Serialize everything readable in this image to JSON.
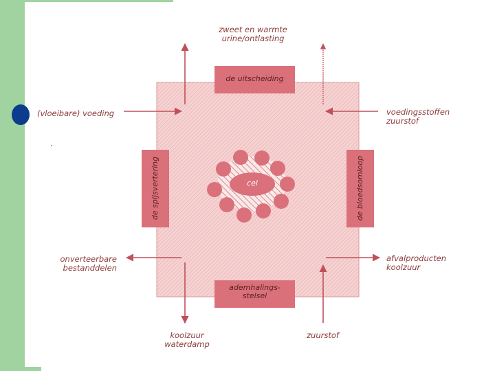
{
  "labels": {
    "top_center": [
      "zweet en warmte",
      "urine/ontlasting"
    ],
    "left_upper": "(vloeibare) voeding",
    "right_upper": [
      "voedingsstoffen",
      "zuurstof"
    ],
    "left_lower": [
      "onverteerbare",
      "bestanddelen"
    ],
    "right_lower": [
      "afvalproducten",
      "koolzuur"
    ],
    "bottom_left": [
      "koolzuur",
      "waterdamp"
    ],
    "bottom_right": "zuurstof"
  },
  "organs": {
    "top": "de uitscheiding",
    "left": "de spijsvertering",
    "right": "de bloedsomloop",
    "bottom": [
      "ademhalings-",
      "stelsel"
    ]
  },
  "center": {
    "label": "cel"
  },
  "colors": {
    "sidebar": "#a1d3a1",
    "bullet": "#0b3d8c",
    "square": "#f3c9c9",
    "organ_box": "#d9707a",
    "arrow": "#c0505a",
    "text": "#8c3b3b"
  }
}
